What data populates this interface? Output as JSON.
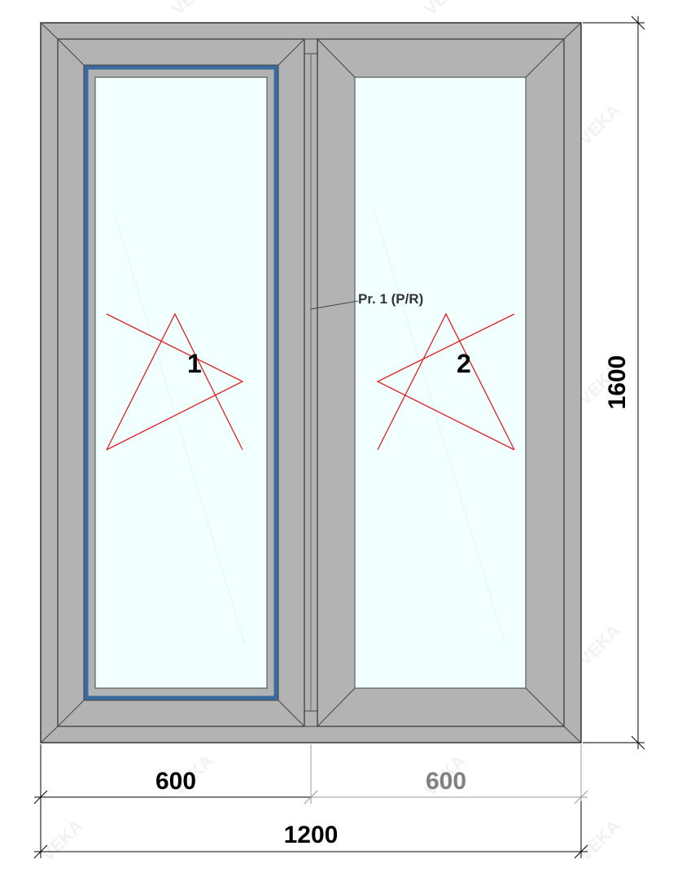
{
  "watermark": {
    "text": "VEKA",
    "color": "#f0f0f0"
  },
  "window": {
    "frame_color": "#b3b3b3",
    "outline_color": "#333333",
    "glass_color": "#f2ffff",
    "selection_color": "#3b6a9e",
    "opening_symbol_color": "#e02020",
    "sashes": [
      {
        "number": "1",
        "selected": true
      },
      {
        "number": "2",
        "selected": false
      }
    ],
    "mullion_label": "Pr. 1 (P/R)"
  },
  "dimensions": {
    "height": "1600",
    "sash_widths": [
      {
        "value": "600",
        "color": "#000000"
      },
      {
        "value": "600",
        "color": "#808080"
      }
    ],
    "total_width": "1200"
  }
}
